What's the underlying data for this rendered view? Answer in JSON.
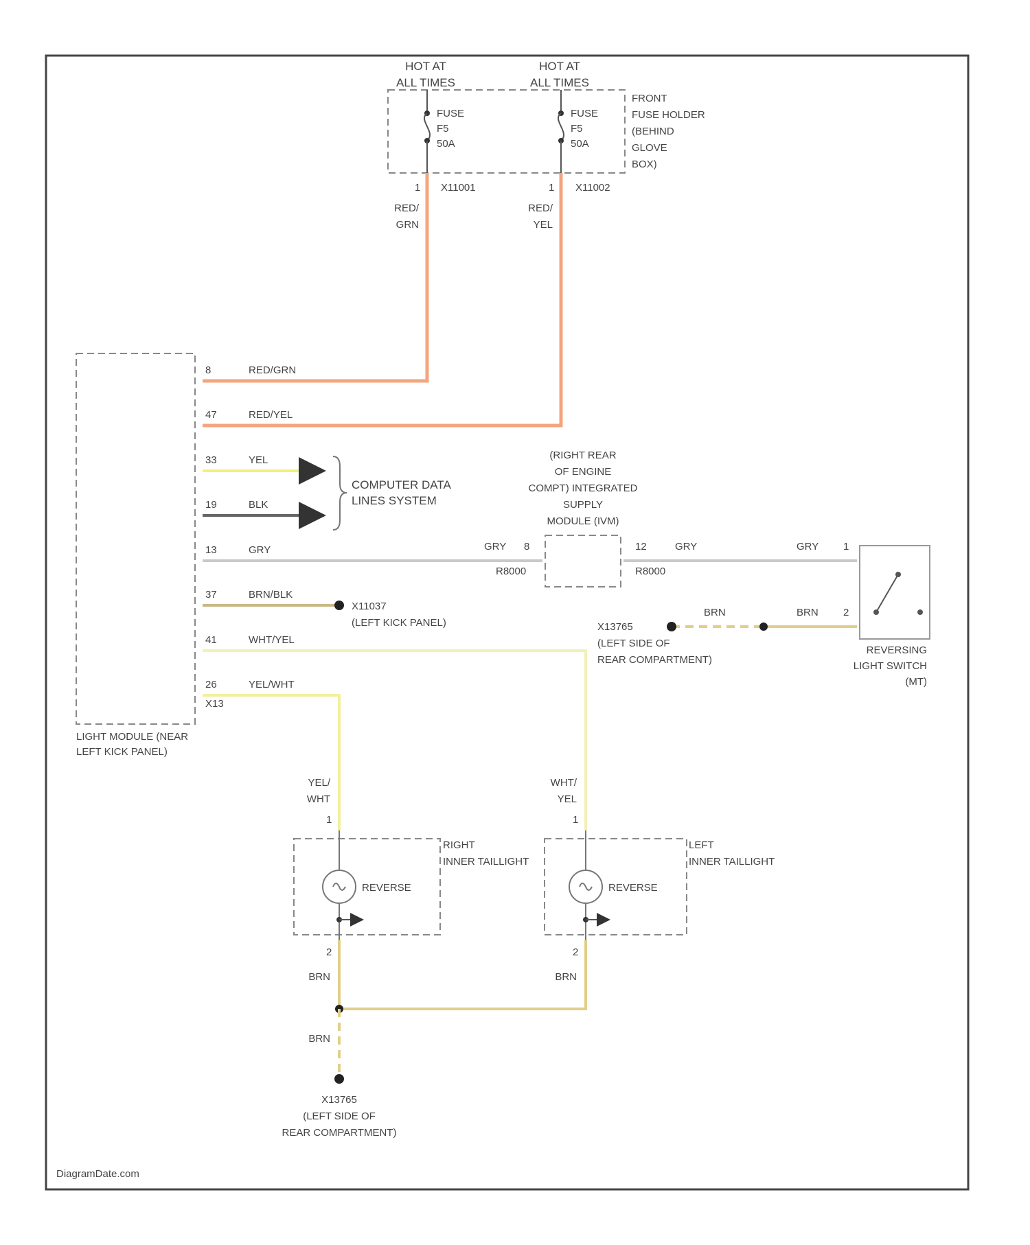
{
  "fuse_box": {
    "hot1": [
      "HOT AT",
      "ALL TIMES"
    ],
    "hot2": [
      "HOT AT",
      "ALL TIMES"
    ],
    "fuse1": [
      "FUSE",
      "F5",
      "50A"
    ],
    "fuse2": [
      "FUSE",
      "F5",
      "50A"
    ],
    "label": [
      "FRONT",
      "FUSE HOLDER",
      "(BEHIND",
      "GLOVE",
      "BOX)"
    ],
    "pin1": "1",
    "pin2": "1",
    "conn1": "X11001",
    "conn2": "X11002"
  },
  "wires": {
    "fuse1_color": [
      "RED/",
      "GRN"
    ],
    "fuse2_color": [
      "RED/",
      "YEL"
    ],
    "gry_tail": "GRY",
    "gry_a_pin": "8",
    "gry_b_pin": "12",
    "gry_b": "GRY",
    "gry_sw": "GRY",
    "gry_sw_pin": "1",
    "conn_a": "R8000",
    "conn_b": "R8000",
    "brn_g": "BRN",
    "brn_sw": "BRN",
    "brn_sw_pin": "2",
    "yel_wht": [
      "YEL/",
      "WHT"
    ],
    "wht_yel": [
      "WHT/",
      "YEL"
    ],
    "pin_r": "1",
    "pin_l": "1",
    "brn_r": "BRN",
    "brn_l": "BRN",
    "pin_r2": "2",
    "pin_l2": "2",
    "brn_down": "BRN"
  },
  "module": {
    "label": [
      "LIGHT MODULE (NEAR",
      "LEFT KICK PANEL)"
    ],
    "connector": "X13",
    "pins": [
      {
        "pin": "8",
        "wire": "RED/GRN"
      },
      {
        "pin": "47",
        "wire": "RED/YEL"
      },
      {
        "pin": "33",
        "wire": "YEL"
      },
      {
        "pin": "19",
        "wire": "BLK"
      },
      {
        "pin": "13",
        "wire": "GRY"
      },
      {
        "pin": "37",
        "wire": "BRN/BLK"
      },
      {
        "pin": "41",
        "wire": "WHT/YEL"
      },
      {
        "pin": "26",
        "wire": "YEL/WHT"
      }
    ]
  },
  "data_lines": [
    "COMPUTER DATA",
    "LINES SYSTEM"
  ],
  "ground_kick": [
    "X11037",
    "(LEFT KICK PANEL)"
  ],
  "supply_module": [
    "(RIGHT REAR",
    "OF ENGINE",
    "COMPT) INTEGRATED",
    "SUPPLY",
    "MODULE (IVM)"
  ],
  "ground_rear_sw": [
    "X13765",
    "(LEFT SIDE OF",
    "REAR COMPARTMENT)"
  ],
  "switch_label": [
    "REVERSING",
    "LIGHT SWITCH",
    "(MT)"
  ],
  "right_tail": [
    "RIGHT",
    "INNER TAILLIGHT"
  ],
  "left_tail": [
    "LEFT",
    "INNER TAILLIGHT"
  ],
  "reverse_r": "REVERSE",
  "reverse_l": "REVERSE",
  "ground_bottom": [
    "X13765",
    "(LEFT SIDE OF",
    "REAR COMPARTMENT)"
  ],
  "watermark": "DiagramDate.com",
  "colors": {
    "red_grn": "#f4a57e",
    "red_yel": "#f4a57e",
    "yel": "#f5f07a",
    "blk": "#666666",
    "gry": "#c9c9c9",
    "brn": "#e0cf8a",
    "wht_yel": "#f2f0b8",
    "yel_wht": "#f3ef9a"
  }
}
